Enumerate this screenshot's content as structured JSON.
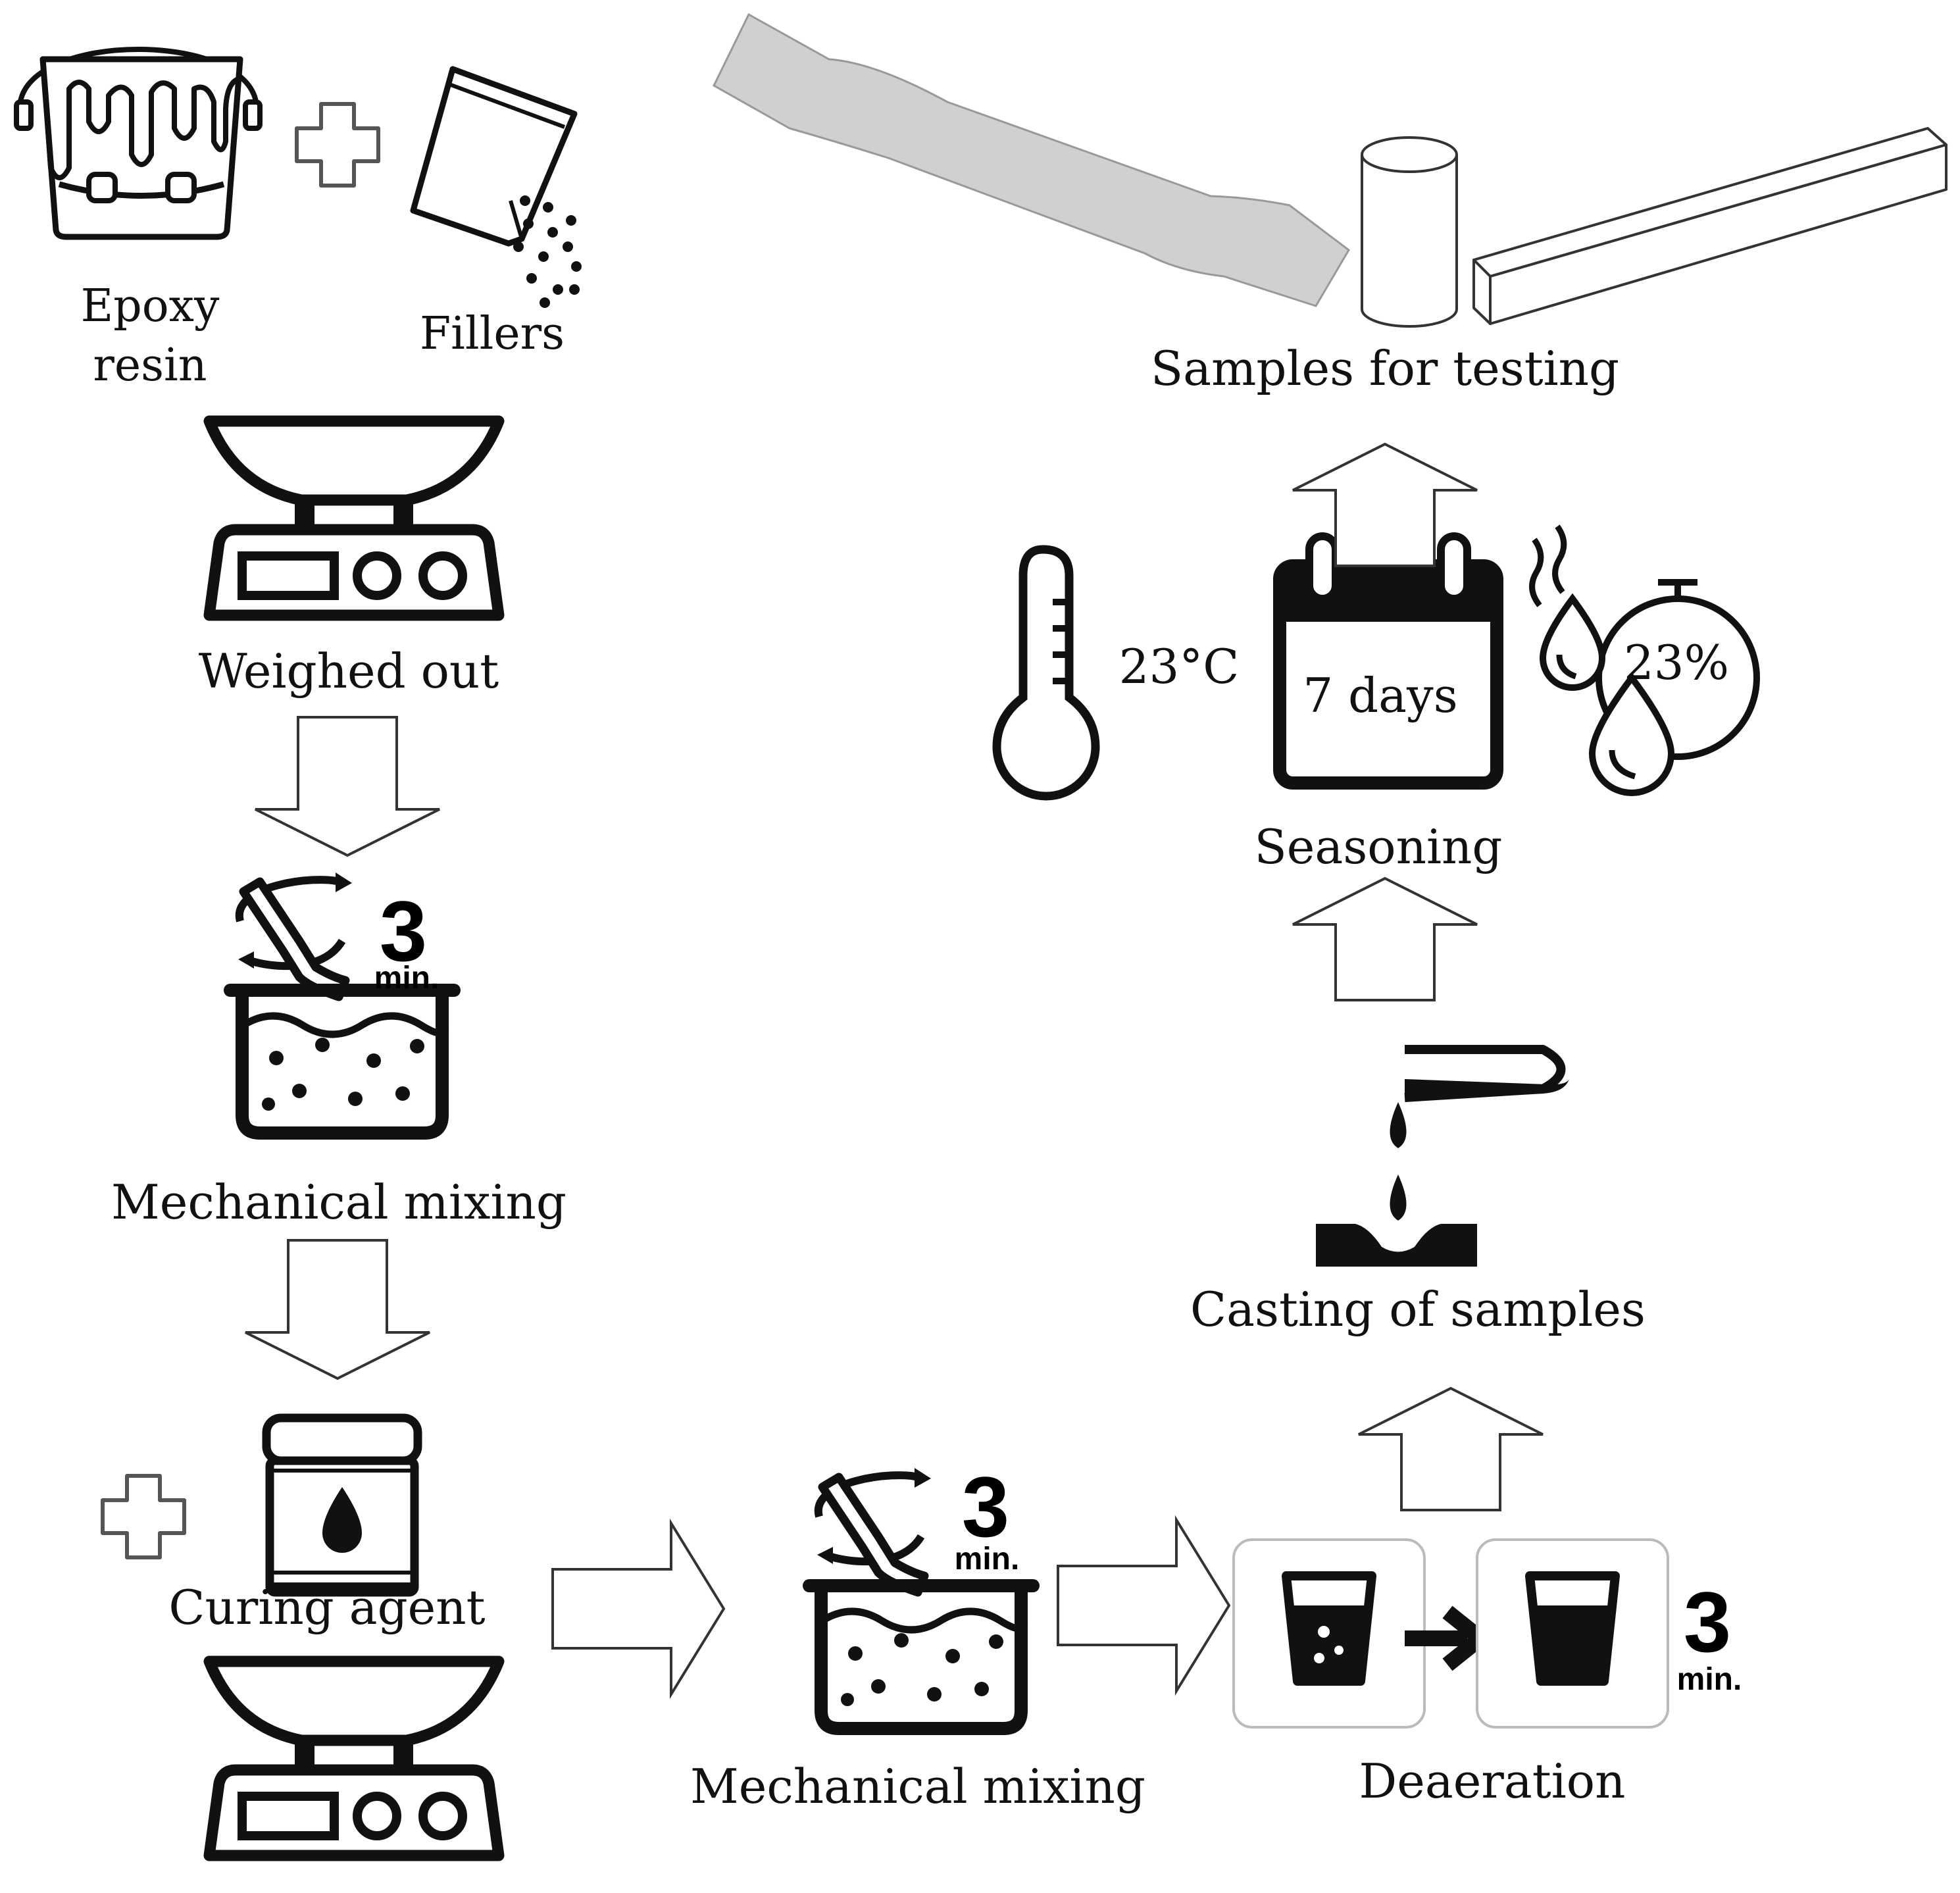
{
  "labels": {
    "epoxy_line1": "Epoxy",
    "epoxy_line2": "resin",
    "fillers": "Fillers",
    "weighed_out": "Weighed out",
    "mechanical_mixing_1": "Mechanical mixing",
    "curing_agent": "Curing agent",
    "mechanical_mixing_2": "Mechanical mixing",
    "deaeration": "Deaeration",
    "casting": "Casting of samples",
    "seasoning": "Seasoning",
    "samples": "Samples for testing"
  },
  "timers": {
    "mix1_value": "3",
    "mix1_unit": "min.",
    "mix2_value": "3",
    "mix2_unit": "min.",
    "deaer_value": "3",
    "deaer_unit": "min."
  },
  "conditions": {
    "temperature": "23°C",
    "duration": "7 days",
    "humidity": "23%"
  },
  "icons": [
    "paint-bucket-icon",
    "plus-icon",
    "filler-bag-icon",
    "weighing-scale-icon",
    "mixing-bowl-icon",
    "curing-agent-jar-icon",
    "deaeration-cup-icon",
    "pouring-mold-icon",
    "thermometer-icon",
    "calendar-icon",
    "humidity-icon",
    "dogbone-specimen",
    "cylinder-specimen",
    "beam-specimen"
  ],
  "colors": {
    "ink": "#111111",
    "specimen_fill": "#d0d0d0"
  }
}
